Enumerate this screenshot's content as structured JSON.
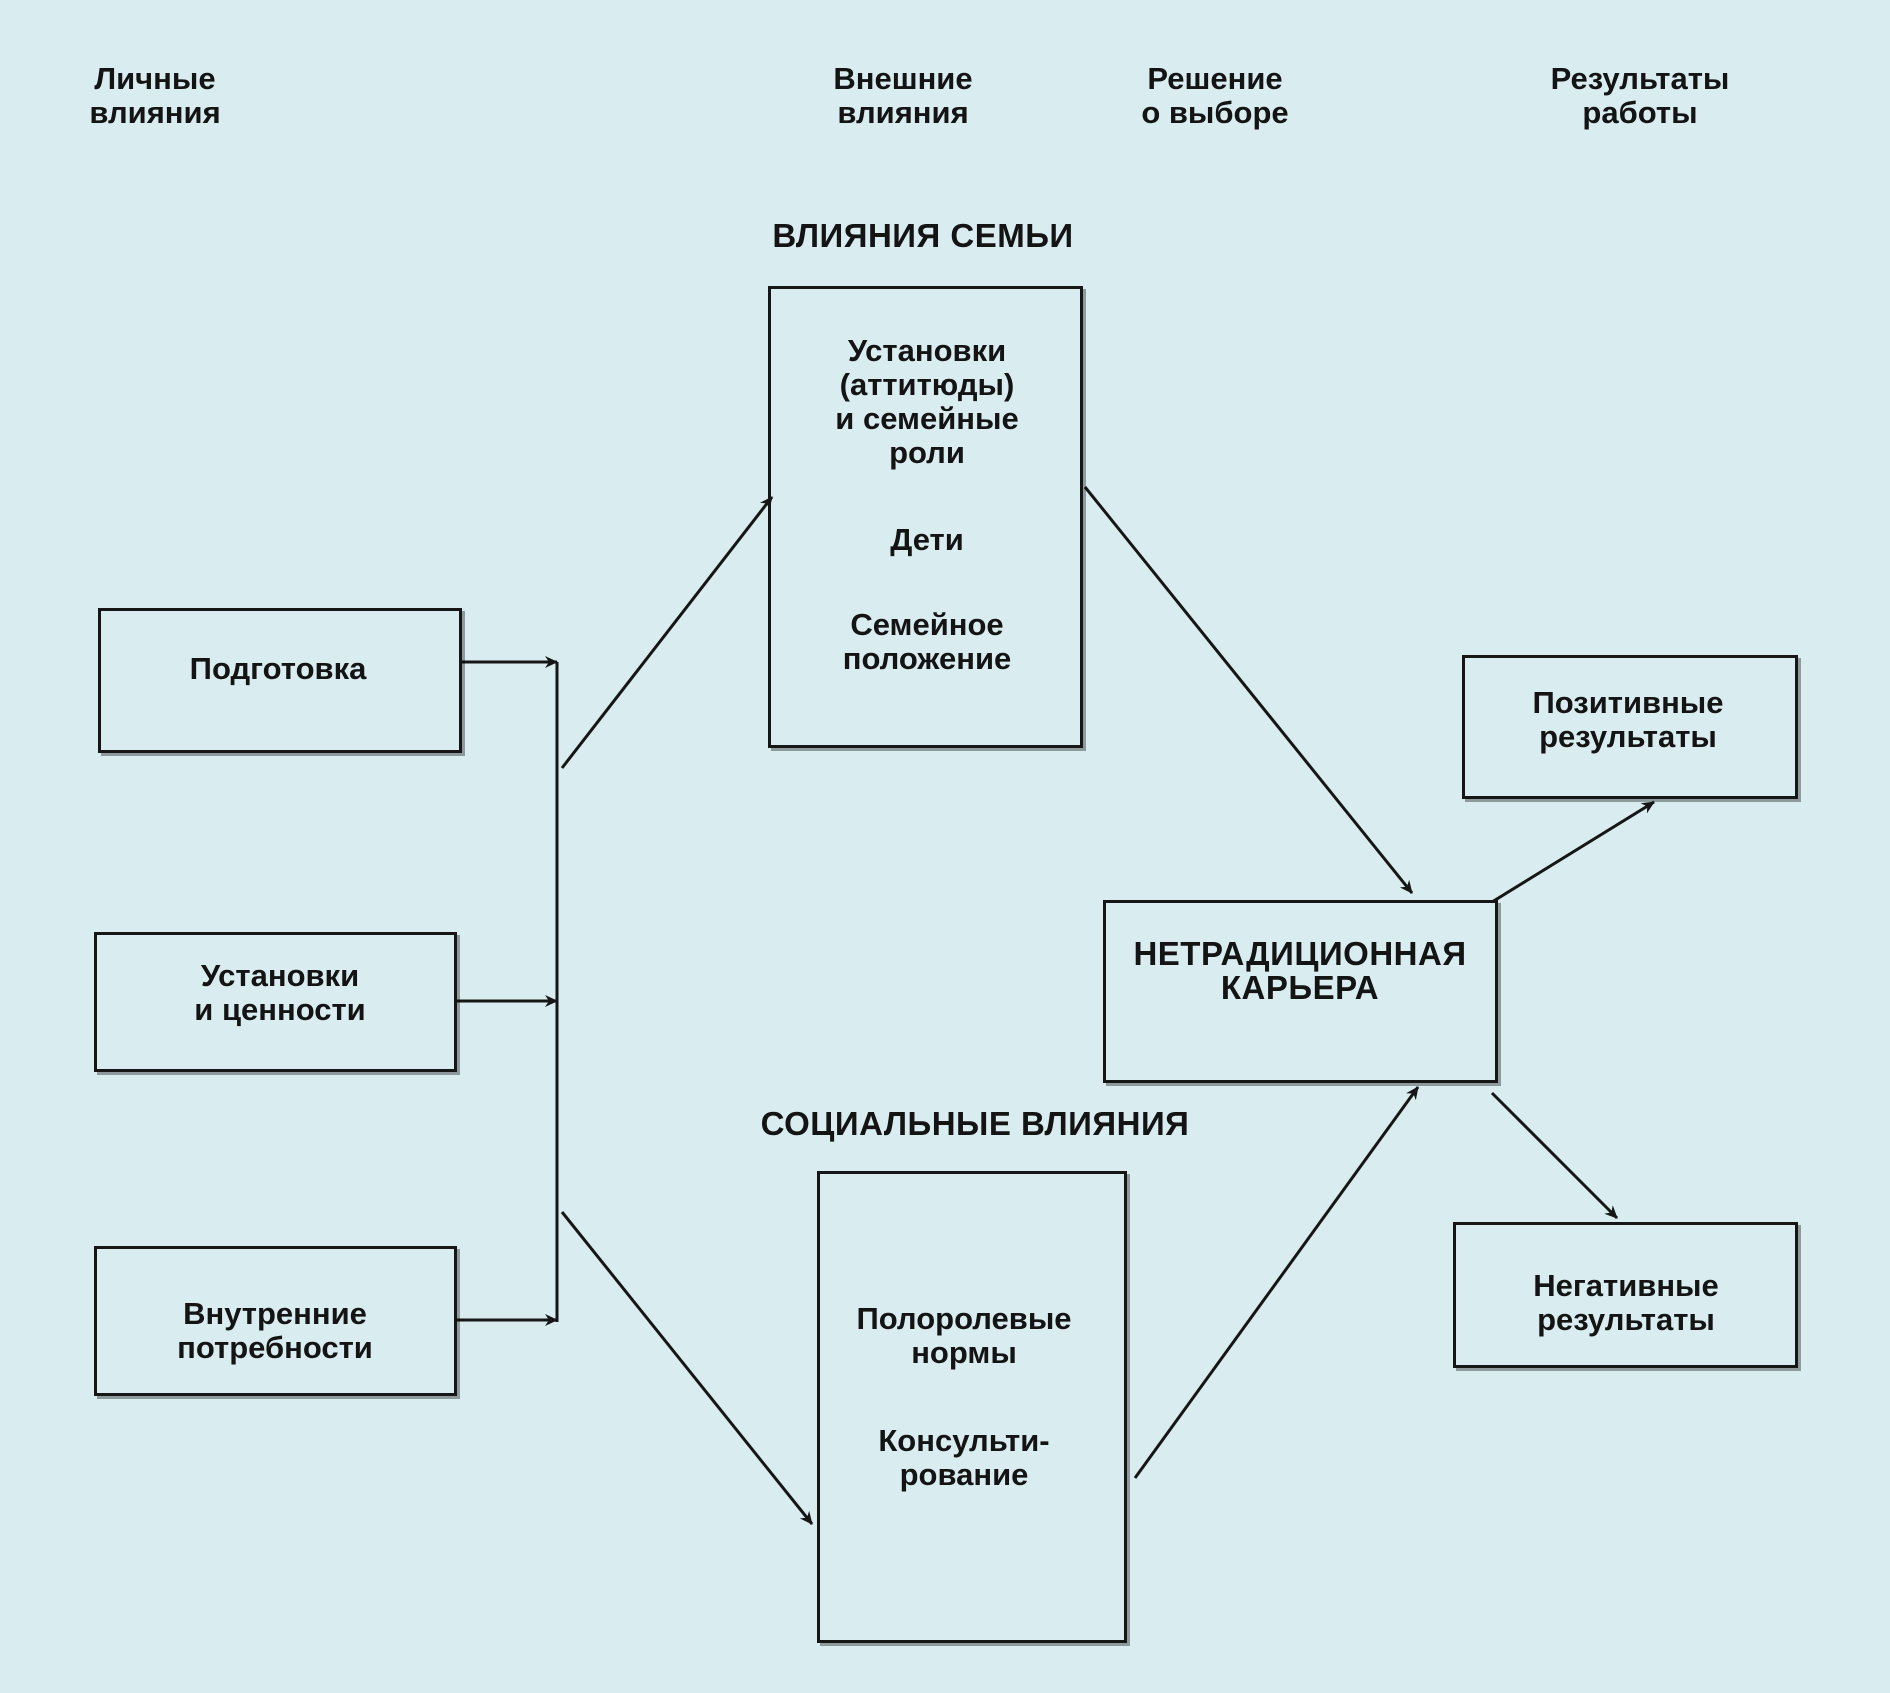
{
  "headers": {
    "personal": "Личные\nвлияния",
    "external": "Внешние\nвлияния",
    "decision": "Решение\nо выборе",
    "results": "Результаты\nработы"
  },
  "groups": {
    "family": "ВЛИЯНИЯ СЕМЬИ",
    "social": "СОЦИАЛЬНЫЕ ВЛИЯНИЯ"
  },
  "personal_boxes": {
    "training": "Подготовка",
    "attitudes_values": "Установки\nи ценности",
    "inner_needs": "Внутренние\nпотребности"
  },
  "family_box": {
    "attitudes_roles": "Установки\n(аттитюды)\nи семейные\nроли",
    "children": "Дети",
    "marital_status": "Семейное\nположение"
  },
  "social_box": {
    "gender_norms": "Полоролевые\nнормы",
    "counseling": "Консульти-\nрование"
  },
  "career_box": "НЕТРАДИЦИОННАЯ\nКАРЬЕРА",
  "result_boxes": {
    "positive": "Позитивные\nрезультаты",
    "negative": "Негативные\nрезультаты"
  }
}
